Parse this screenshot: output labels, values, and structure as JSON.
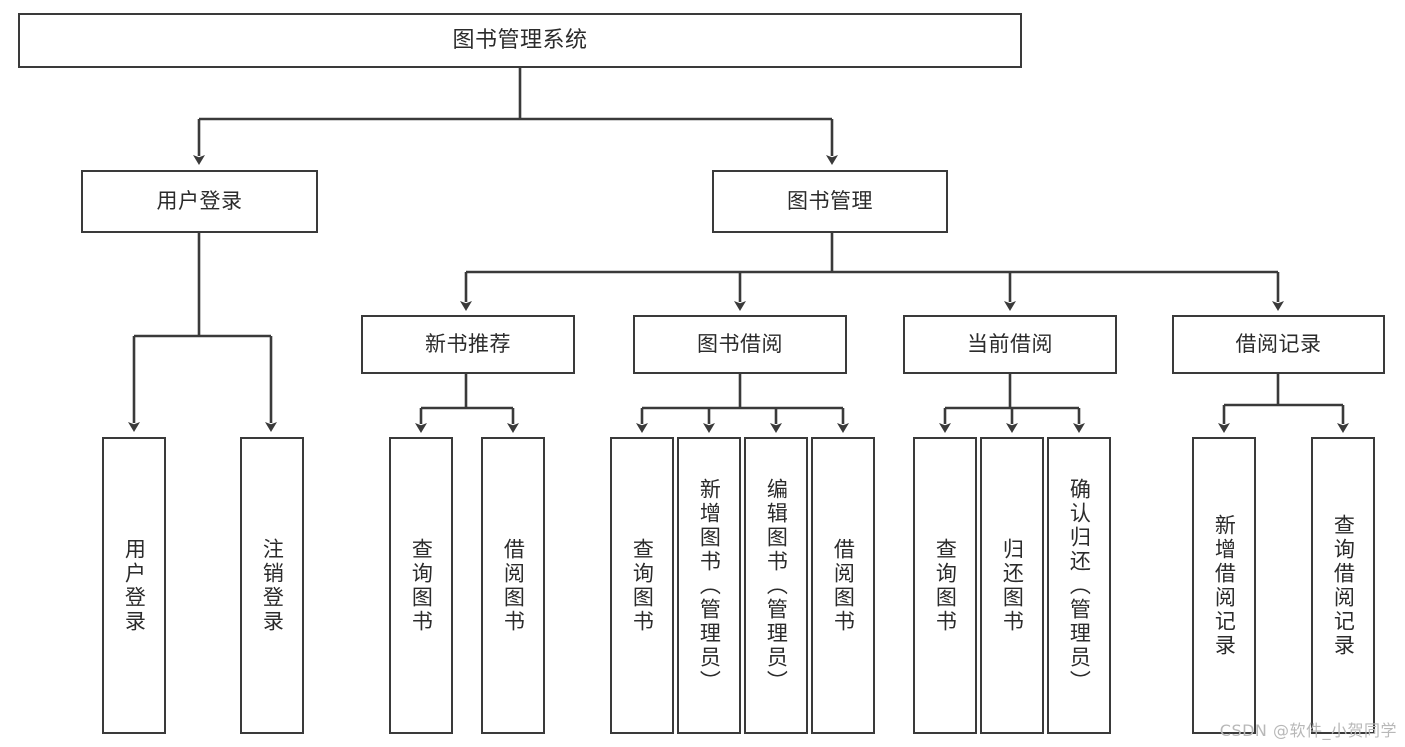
{
  "diagram": {
    "title": "图书管理系统",
    "type": "function-hierarchy-tree",
    "root": {
      "label": "图书管理系统"
    },
    "level2": [
      {
        "label": "用户登录"
      },
      {
        "label": "图书管理"
      }
    ],
    "level3": [
      {
        "label": "新书推荐"
      },
      {
        "label": "图书借阅"
      },
      {
        "label": "当前借阅"
      },
      {
        "label": "借阅记录"
      }
    ],
    "leaves": {
      "user_login": [
        {
          "label": "用户登录"
        },
        {
          "label": "注销登录"
        }
      ],
      "new_book_recommend": [
        {
          "label": "查询图书"
        },
        {
          "label": "借阅图书"
        }
      ],
      "book_borrow": [
        {
          "label": "查询图书"
        },
        {
          "label": "新增图书（管理员）"
        },
        {
          "label": "编辑图书（管理员）"
        },
        {
          "label": "借阅图书"
        }
      ],
      "current_borrow": [
        {
          "label": "查询图书"
        },
        {
          "label": "归还图书"
        },
        {
          "label": "确认归还（管理员）"
        }
      ],
      "borrow_record": [
        {
          "label": "新增借阅记录"
        },
        {
          "label": "查询借阅记录"
        }
      ]
    }
  },
  "watermark": {
    "text": "CSDN @软件_小贺同学"
  },
  "colors": {
    "box_border": "#3a3a3a",
    "text": "#2b2b2b",
    "background": "#ffffff",
    "connector": "#3a3a3a",
    "watermark": "#b8b8b8"
  }
}
